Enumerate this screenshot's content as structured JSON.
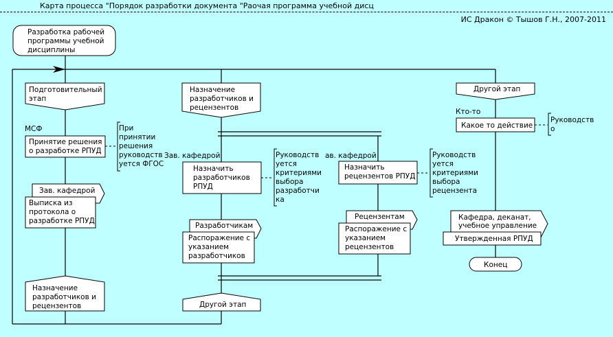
{
  "header": {
    "title": "Карта процесса \"Порядок разработки документа \"Раочая программа учебной дисц",
    "copyright": "ИС Дракон © Тышов Г.Н., 2007-2011"
  },
  "diagram": {
    "start": [
      "Разработка рабочей",
      "программы учебной",
      "дисциплины"
    ],
    "branch1": {
      "header": [
        "Подготовительный",
        "этап"
      ],
      "action1_actor": "МСФ",
      "action1": [
        "Принятие решения",
        "о разработке РПУД"
      ],
      "comment1": [
        "При",
        "принятии",
        "решения",
        "руководств",
        "уется ФГОС"
      ],
      "shelf_owner": "Зав. кафедрой",
      "shelf_doc": [
        "Выписка из",
        "протокола о",
        "разработке РПУД"
      ],
      "address": [
        "Назначение",
        "разработчиков и",
        "рецензентов"
      ]
    },
    "branch2": {
      "header": [
        "Назначение",
        "разработчиков и",
        "рецензентов"
      ],
      "left": {
        "actor": "Зав. кафедрой",
        "action": [
          "Назначить",
          "разработчиков",
          "РПУД"
        ],
        "comment": [
          "Руководств",
          "уется",
          "критериями",
          "выбора",
          "разработчи",
          "ка"
        ],
        "shelf_owner": "Разработчикам",
        "shelf_doc": [
          "Распоражение с",
          "указанием",
          "разработчиков"
        ]
      },
      "right": {
        "actor": "ав. кафедрой",
        "action": [
          "Назначить",
          "рецензентов РПУД"
        ],
        "comment": [
          "Руководств",
          "уется",
          "критериями",
          "выбора",
          "рецензента"
        ],
        "shelf_owner": "Рецензентам",
        "shelf_doc": [
          "Распоражение с",
          "указанием",
          "рецензентов"
        ]
      },
      "address": [
        "Другой этап"
      ]
    },
    "branch3": {
      "header": [
        "Другой этап"
      ],
      "action_actor": "Кто-то",
      "action": [
        "Какое то действие"
      ],
      "comment": [
        "Руководств",
        "о"
      ],
      "shelf_owner": [
        "Кафедра, деканат,",
        "учебное управление"
      ],
      "shelf_doc": [
        "Утвержденная РПУД"
      ],
      "end": [
        "Конец"
      ]
    }
  }
}
